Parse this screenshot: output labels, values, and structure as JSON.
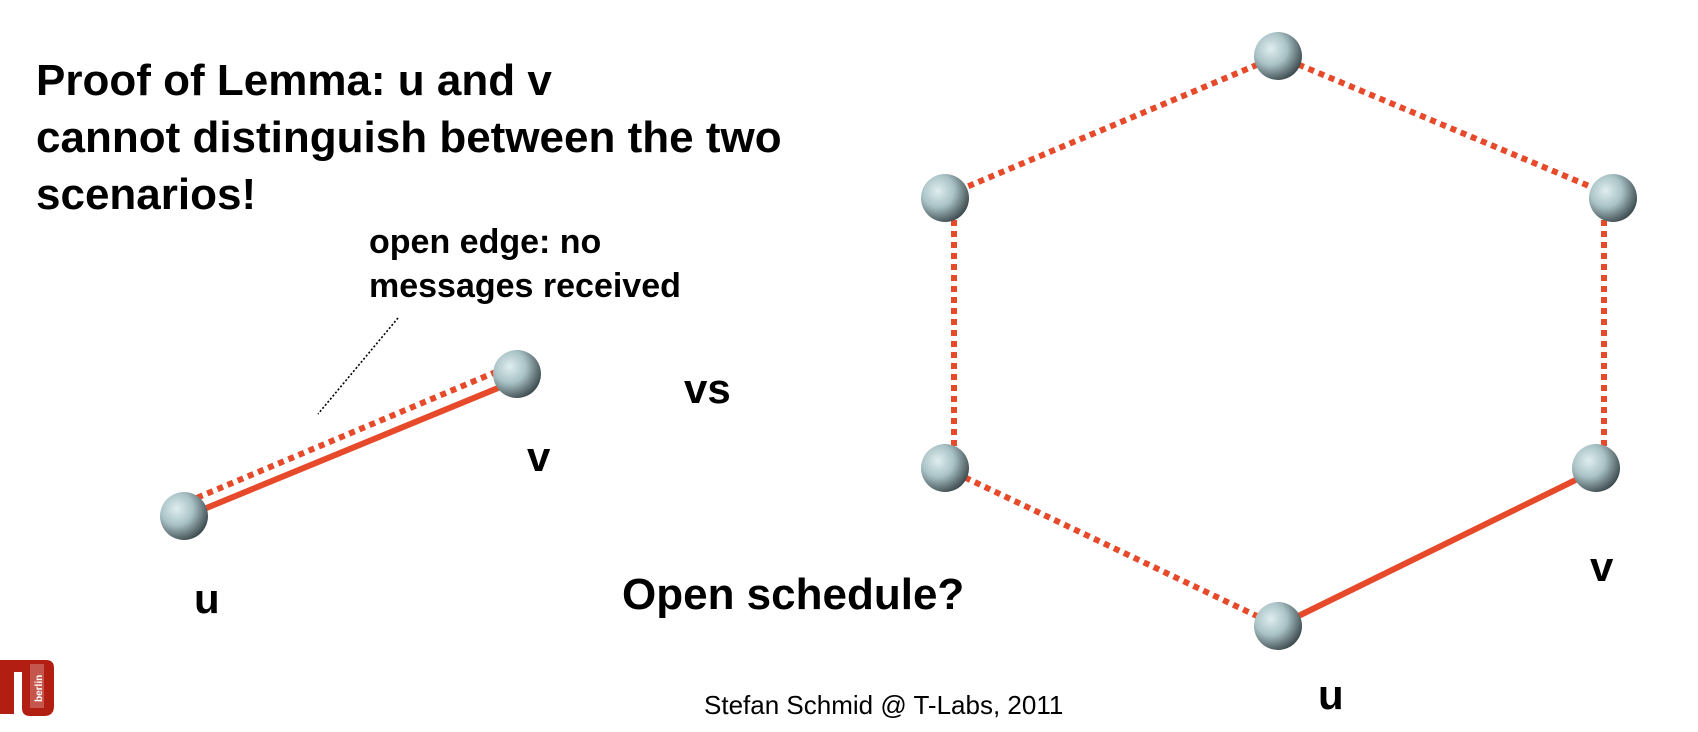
{
  "slide": {
    "title_lines": [
      "Proof of Lemma: u and v",
      "cannot distinguish between the two",
      "scenarios!"
    ],
    "annotation_lines": [
      "open edge: no",
      "messages received"
    ],
    "vs_label": "vs",
    "question": "Open schedule?",
    "footer": "Stefan Schmid @ T-Labs, 2011",
    "logo": {
      "icon": "tu-berlin-logo-icon",
      "text": "berlin"
    }
  },
  "left_graph": {
    "labels": {
      "u": "u",
      "v": "v"
    },
    "edges": [
      {
        "from": "u",
        "to": "v",
        "style": "solid"
      },
      {
        "from": "u",
        "to": "v",
        "style": "dotted"
      }
    ]
  },
  "right_graph": {
    "labels": {
      "u": "u",
      "v": "v"
    },
    "edges": [
      {
        "from": "top",
        "to": "upper-left",
        "style": "dotted"
      },
      {
        "from": "top",
        "to": "upper-right",
        "style": "dotted"
      },
      {
        "from": "upper-left",
        "to": "lower-left",
        "style": "dotted"
      },
      {
        "from": "upper-right",
        "to": "v",
        "style": "dotted"
      },
      {
        "from": "lower-left",
        "to": "u",
        "style": "dotted"
      },
      {
        "from": "u",
        "to": "v",
        "style": "solid"
      }
    ]
  },
  "colors": {
    "edge": "#e64a2a",
    "node_light": "#dfeef0",
    "node_dark": "#2e3a3e",
    "text": "#000000",
    "logo": "#b21e12"
  }
}
